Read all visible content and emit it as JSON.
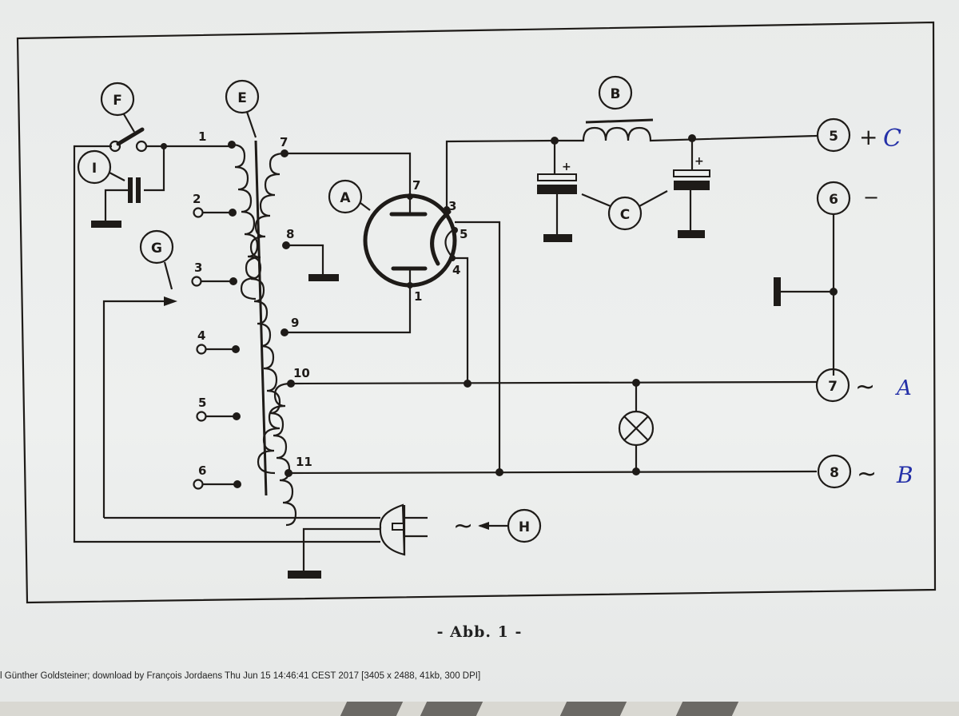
{
  "figure": {
    "caption": "- Abb. 1 -",
    "footer": "l Günther Goldsteiner; download by François Jordaens Thu Jun 15 14:46:41 CEST 2017 [3405 x 2488, 41kb, 300 DPI]"
  },
  "components": {
    "A": {
      "label": "A",
      "type": "tube",
      "pins": [
        "7",
        "3",
        "5",
        "4",
        "1"
      ]
    },
    "B": {
      "label": "B",
      "type": "choke-inductor"
    },
    "C": {
      "label": "C",
      "type": "electrolytic-capacitors",
      "polarity": "+"
    },
    "E": {
      "label": "E",
      "type": "transformer"
    },
    "F": {
      "label": "F",
      "type": "switch"
    },
    "G": {
      "label": "G",
      "type": "tap-selector"
    },
    "H": {
      "label": "H",
      "type": "mains-plug",
      "symbol": "~"
    },
    "I": {
      "label": "I",
      "type": "capacitor"
    }
  },
  "primary_taps": [
    "1",
    "2",
    "3",
    "4",
    "5",
    "6"
  ],
  "secondary_taps": [
    "7",
    "8",
    "9",
    "10",
    "11"
  ],
  "terminals": [
    {
      "number": "5",
      "sign": "+",
      "handwritten": "C"
    },
    {
      "number": "6",
      "sign": "−",
      "handwritten": ""
    },
    {
      "number": "7",
      "sign": "~",
      "handwritten": "A"
    },
    {
      "number": "8",
      "sign": "~",
      "handwritten": "B"
    }
  ],
  "colors": {
    "ink": "#1e1b18",
    "handwriting": "#2430a8",
    "paper": "#eceeed"
  }
}
